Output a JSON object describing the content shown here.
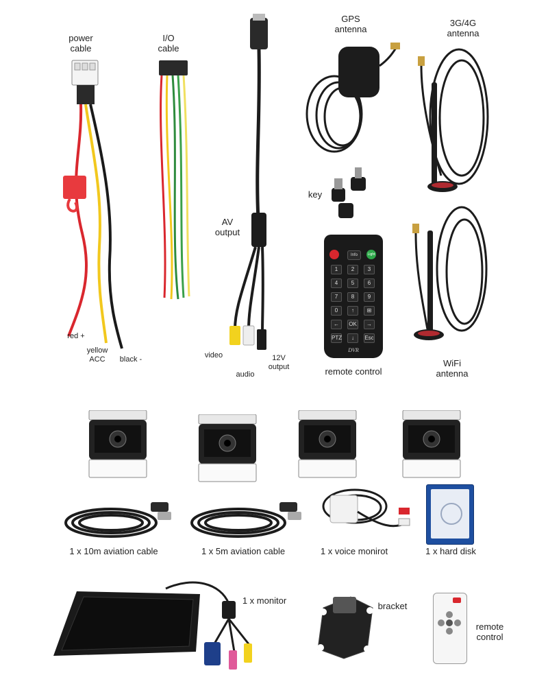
{
  "labels": {
    "power_cable": "power\ncable",
    "io_cable": "I/O\ncable",
    "gps_antenna": "GPS\nantenna",
    "lte_antenna": "3G/4G\nantenna",
    "key": "key",
    "av_output": "AV\noutput",
    "red": "red +",
    "yellow": "yellow\nACC",
    "black": "black -",
    "video": "video",
    "audio": "audio",
    "v12_output": "12V\noutput",
    "remote_control": "remote control",
    "wifi_antenna": "WiFi\nantenna",
    "cable_10m": "1 x 10m aviation cable",
    "cable_5m": "1 x 5m aviation cable",
    "voice_monitor": "1 x voice monirot",
    "hard_disk": "1 x hard disk",
    "monitor": "1 x monitor",
    "bracket": "bracket",
    "remote_control_small": "remote\ncontrol"
  },
  "remote": {
    "info": "Info",
    "light": "Light",
    "brand": "DVR",
    "keys": [
      "1",
      "2",
      "3",
      "4",
      "5",
      "6",
      "7",
      "8",
      "9",
      "0",
      "↑",
      "⊞",
      "←",
      "OK",
      "→",
      "PTZ",
      "↓",
      "Esc"
    ]
  },
  "colors": {
    "cable_red": "#d9272e",
    "cable_yellow": "#f2c81e",
    "cable_green": "#2e8b3d",
    "device_black": "#1c1c1c",
    "hdd_blue": "#1e4fa0"
  }
}
